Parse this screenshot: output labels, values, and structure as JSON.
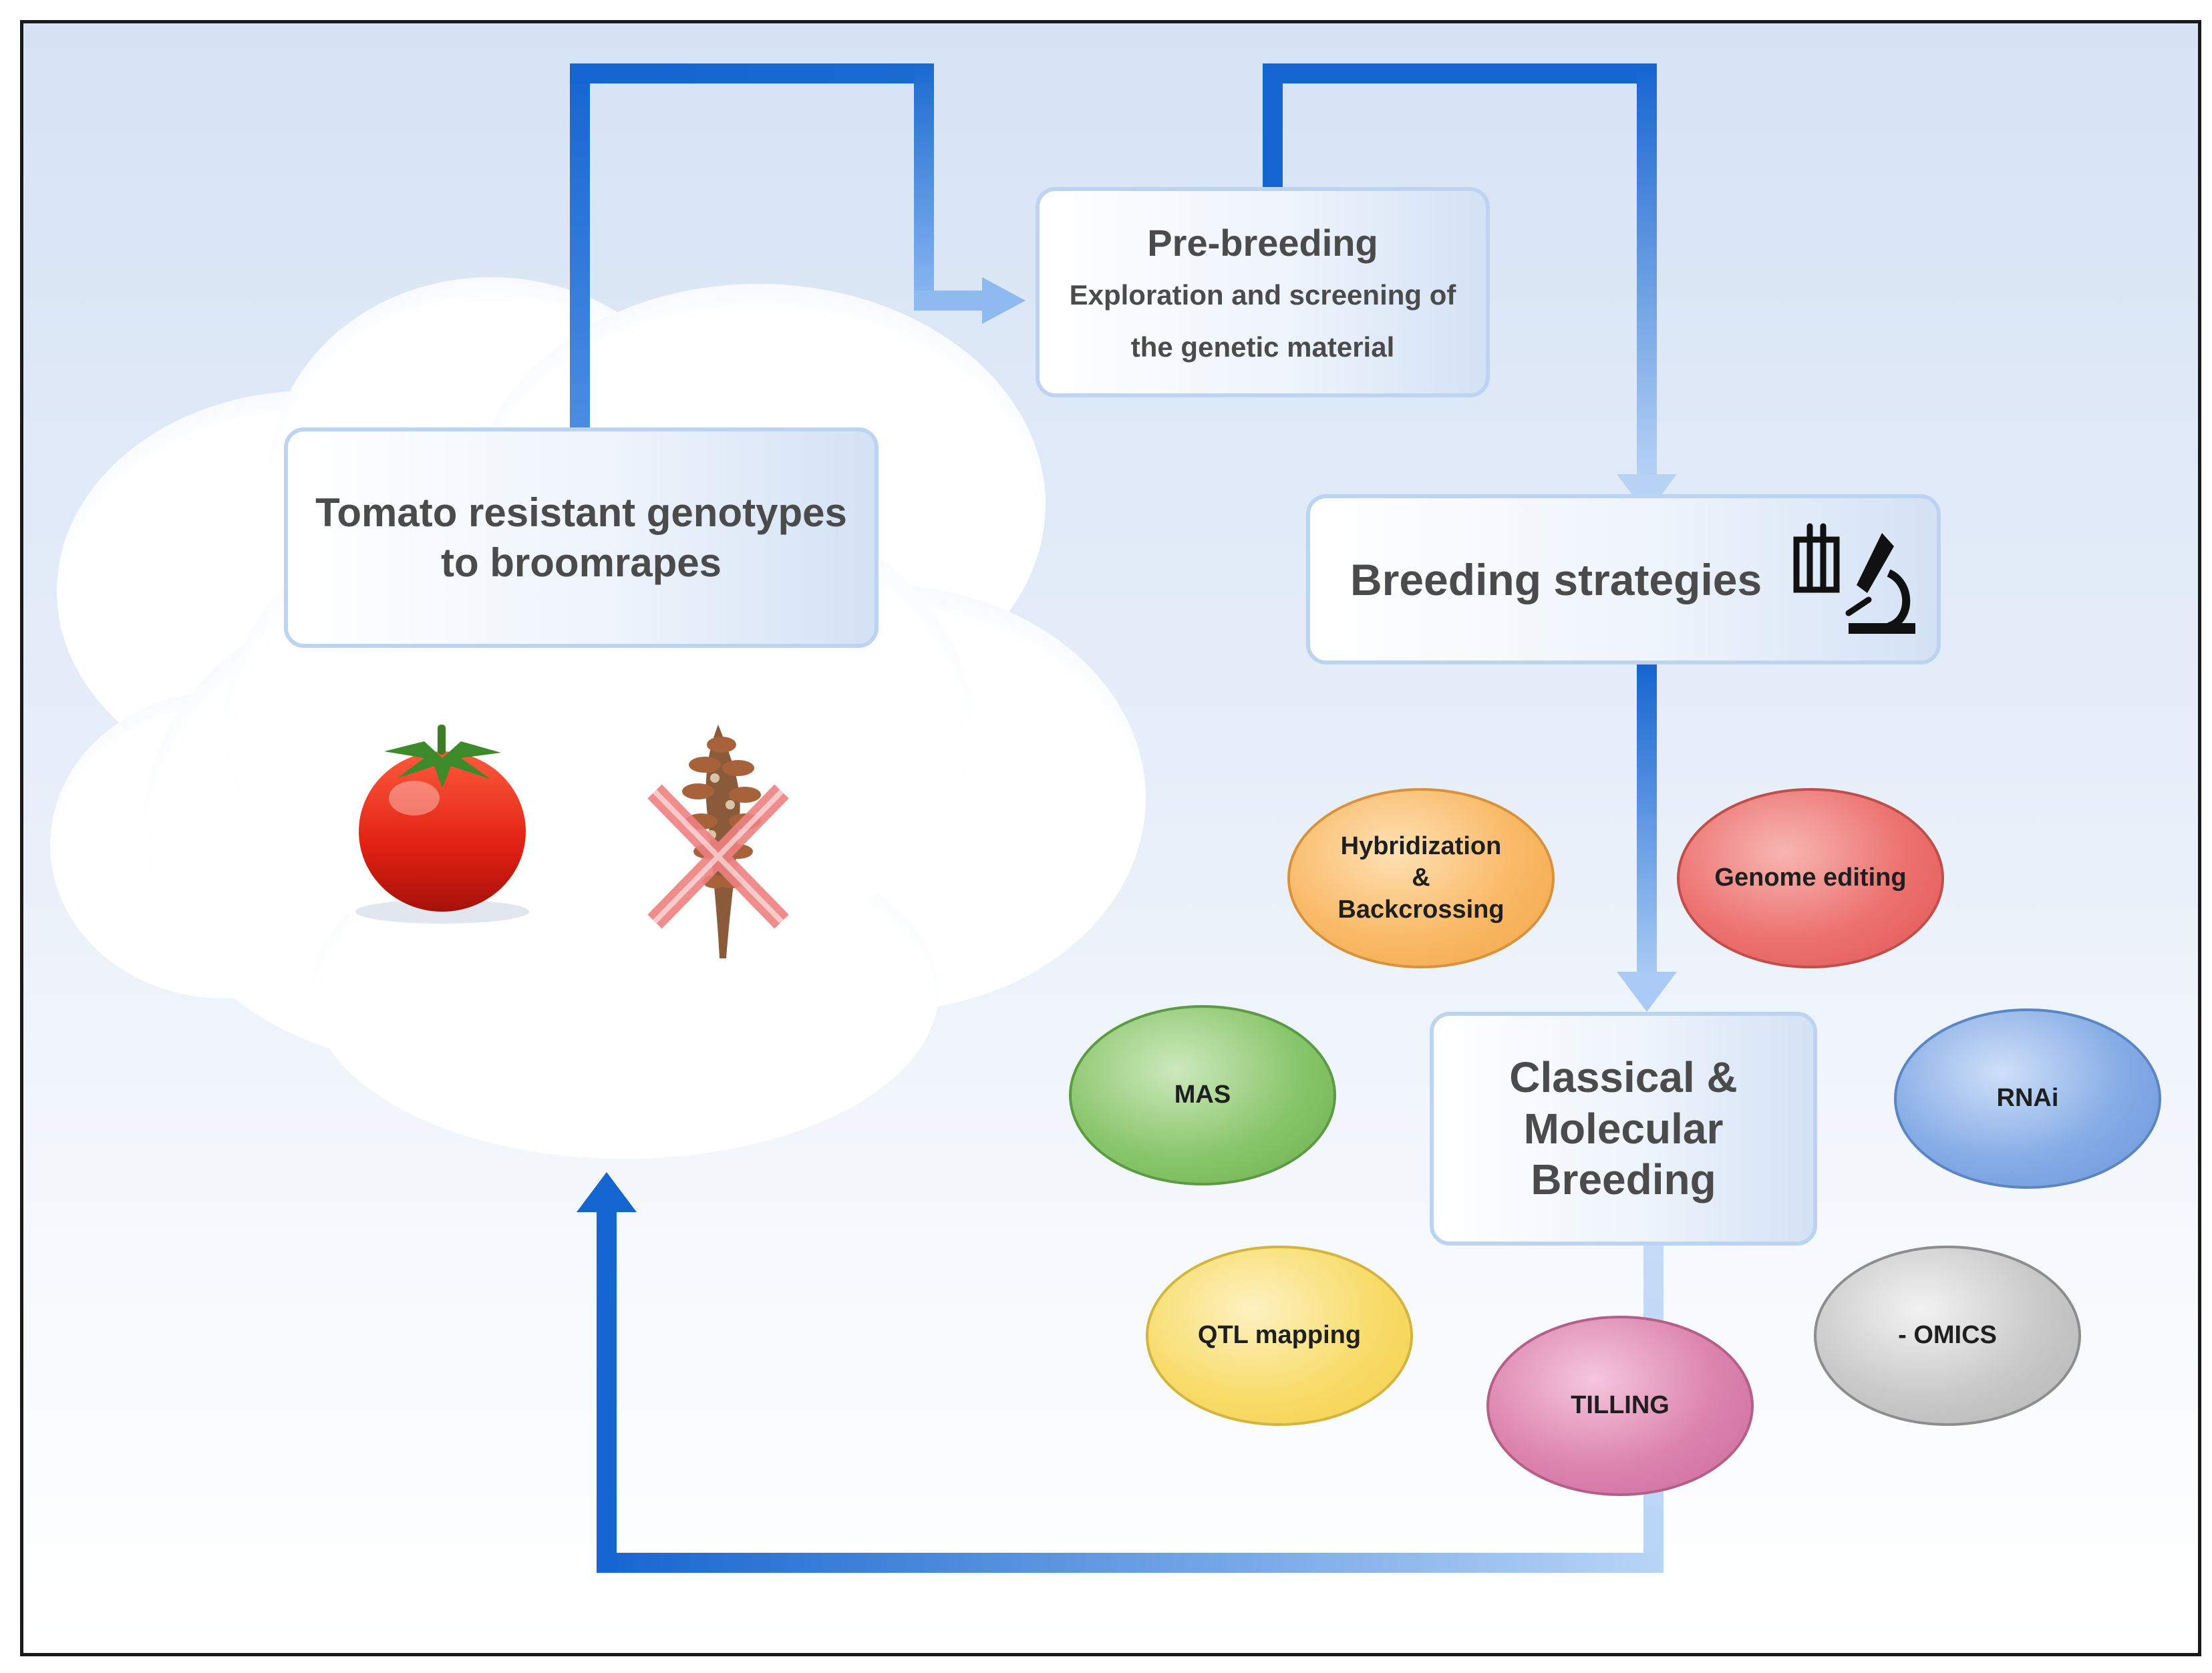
{
  "boxes": {
    "pre_breeding": {
      "title": "Pre-breeding",
      "line1": "Exploration and screening of",
      "line2": "the genetic material"
    },
    "tomato": {
      "line1": "Tomato resistant genotypes",
      "line2": "to broomrapes"
    },
    "breeding_strategies": {
      "title": "Breeding strategies"
    },
    "classical": {
      "line1": "Classical &",
      "line2": "Molecular",
      "line3": "Breeding"
    }
  },
  "techniques": {
    "hybridization": {
      "line1": "Hybridization",
      "line2": "&",
      "line3": "Backcrossing",
      "color": "#f7a947"
    },
    "genome_editing": {
      "label": "Genome editing",
      "color": "#e8605e"
    },
    "mas": {
      "label": "MAS",
      "color": "#77bb5a"
    },
    "rnai": {
      "label": "RNAi",
      "color": "#6e9bdc"
    },
    "qtl": {
      "label": "QTL mapping",
      "color": "#f7d95a"
    },
    "tilling": {
      "label": "TILLING",
      "color": "#d676a6"
    },
    "omics": {
      "label": "- OMICS",
      "color": "#bdbdbd"
    }
  },
  "colors": {
    "arrow_dark": "#1565d0",
    "arrow_light": "#a9cbf5",
    "box_border": "#bcd3f2"
  }
}
